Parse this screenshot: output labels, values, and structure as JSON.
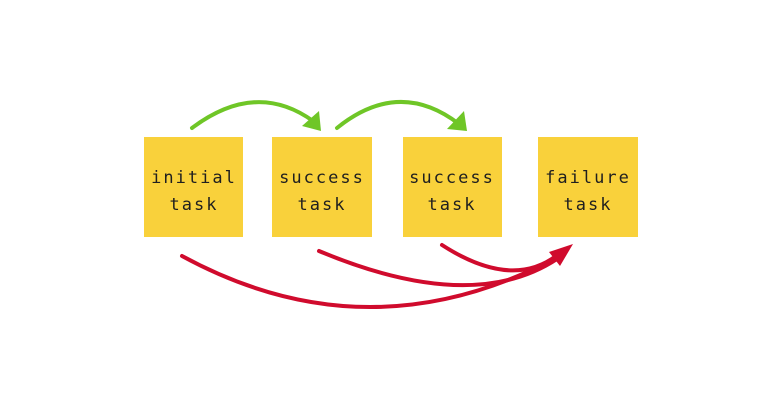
{
  "diagram": {
    "type": "flowchart",
    "background": "#ffffff",
    "colors": {
      "node_fill": "#f9d13b",
      "node_text": "#1f1f1f",
      "success_arrow": "#6fc627",
      "failure_arrow": "#d00b2d"
    },
    "nodes": [
      {
        "id": "initial-task",
        "label": "initial task",
        "lines": [
          "initial",
          "task"
        ]
      },
      {
        "id": "success-task-1",
        "label": "success task",
        "lines": [
          "success",
          "task"
        ]
      },
      {
        "id": "success-task-2",
        "label": "success task",
        "lines": [
          "success",
          "task"
        ]
      },
      {
        "id": "failure-task",
        "label": "failure task",
        "lines": [
          "failure",
          "task"
        ]
      }
    ],
    "edges": [
      {
        "type": "success",
        "from": "initial-task",
        "to": "success-task-1"
      },
      {
        "type": "success",
        "from": "success-task-1",
        "to": "success-task-2"
      },
      {
        "type": "failure",
        "from": "initial-task",
        "to": "failure-task"
      },
      {
        "type": "failure",
        "from": "success-task-1",
        "to": "failure-task"
      },
      {
        "type": "failure",
        "from": "success-task-2",
        "to": "failure-task"
      }
    ]
  }
}
